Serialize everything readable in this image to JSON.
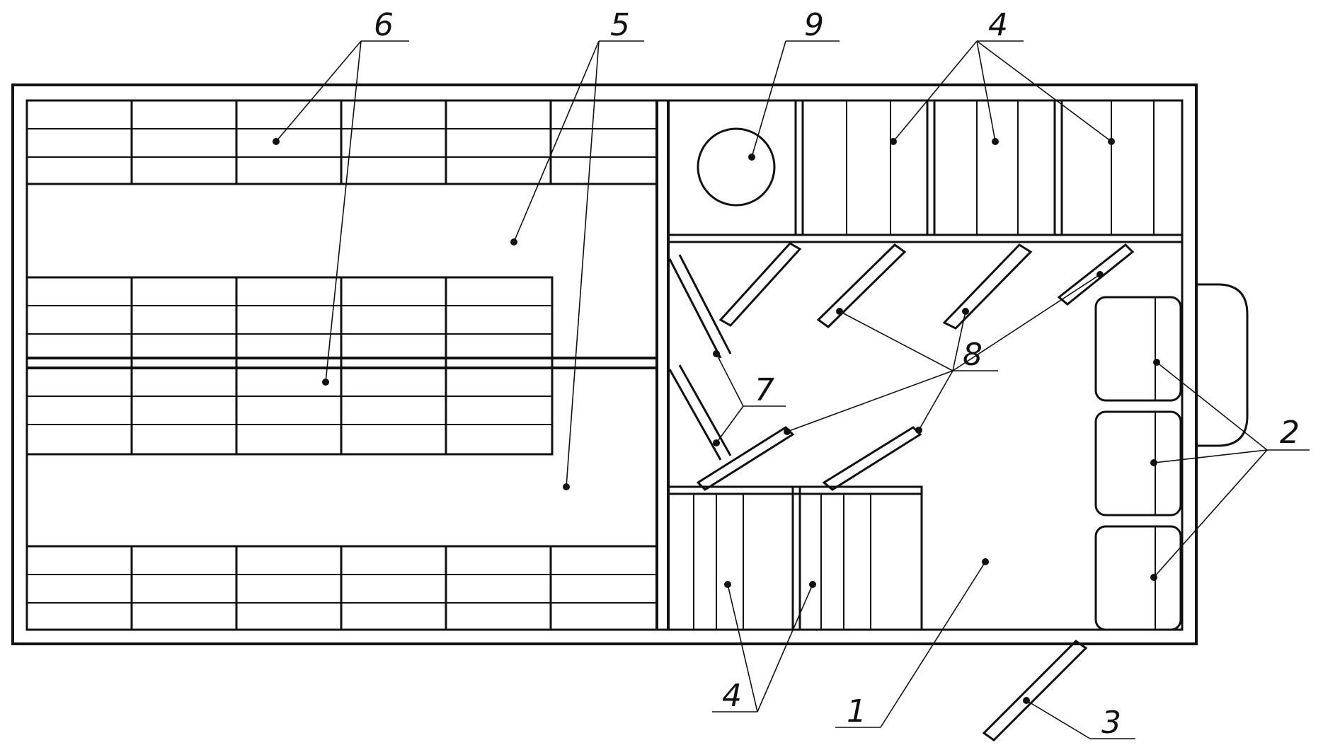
{
  "callouts": {
    "c1": "1",
    "c2": "2",
    "c3": "3",
    "c4_top": "4",
    "c4_bottom": "4",
    "c5": "5",
    "c6": "6",
    "c7": "7",
    "c8": "8",
    "c9": "9"
  },
  "colors": {
    "line": "#111111",
    "background": "#ffffff"
  }
}
